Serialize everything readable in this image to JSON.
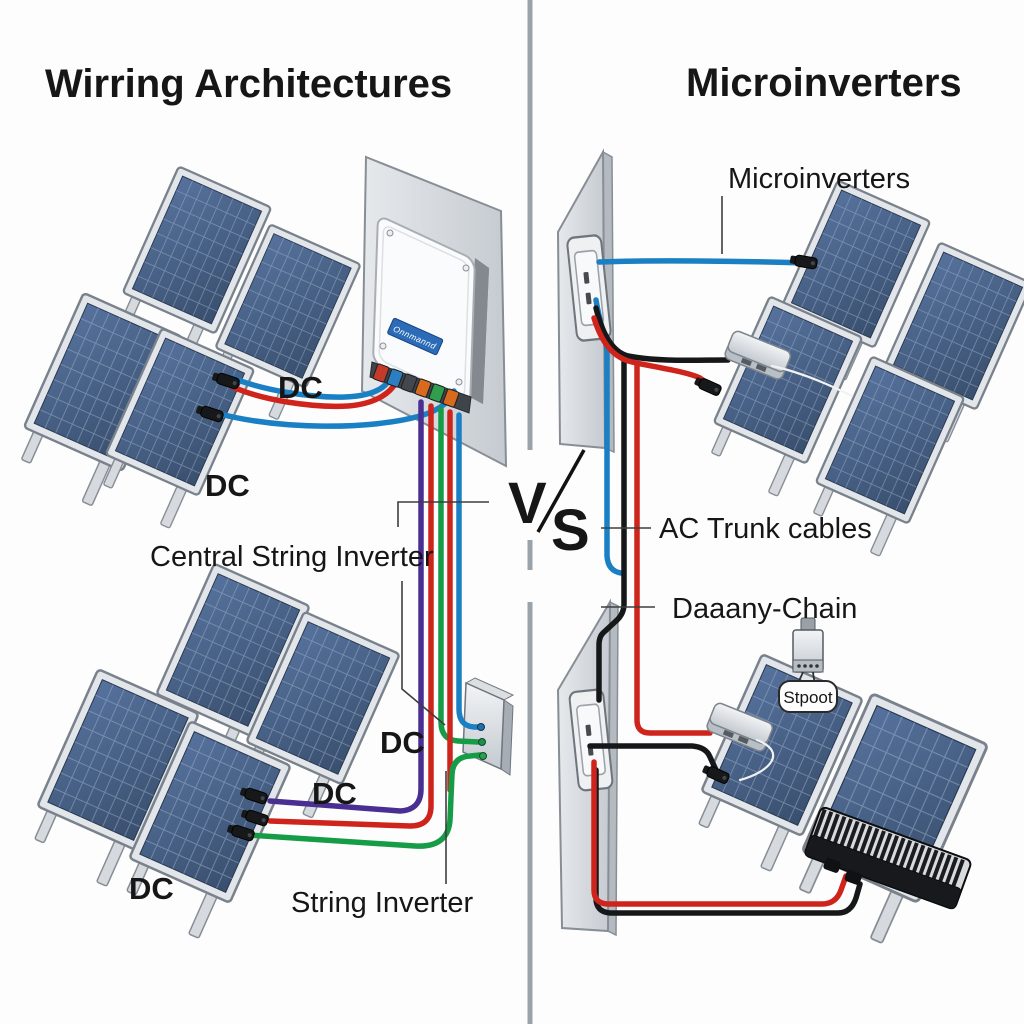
{
  "titles": {
    "left": "Wirring Architectures",
    "right": "Microinverters"
  },
  "vs": {
    "v": "V",
    "s": "S"
  },
  "left_diagram": {
    "dc_labels": [
      "DC",
      "DC",
      "DC",
      "DC",
      "DC"
    ],
    "central_inverter_label": "Central String Inverter",
    "string_inverter_label": "String Inverter",
    "inverter_brand": "Onnmannd"
  },
  "right_diagram": {
    "microinverters_label": "Microinverters",
    "ac_trunk_label": "AC Trunk cables",
    "daisy_chain_label": "Daaany-Chain",
    "device_tag": "Stpoot"
  },
  "colors": {
    "cable_red": "#cf241c",
    "cable_blue": "#1b7fc4",
    "cable_green": "#169c46",
    "cable_purple": "#4a2f93",
    "cable_black": "#161719",
    "panel_blue": "#46618a",
    "divider_gray": "#9aa2aa",
    "brand_blue": "#2b6bb8"
  }
}
